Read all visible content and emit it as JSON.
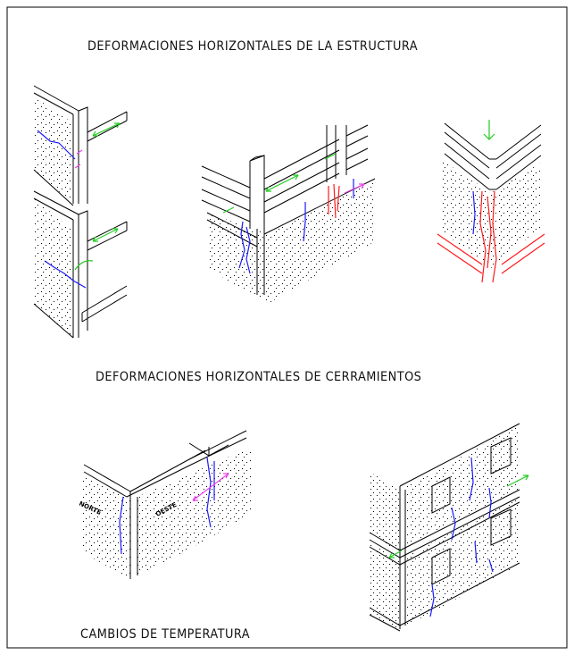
{
  "titles": {
    "structure": "DEFORMACIONES HORIZONTALES DE LA ESTRUCTURA",
    "enclosures": "DEFORMACIONES HORIZONTALES DE CERRAMIENTOS",
    "temperature": "CAMBIOS DE TEMPERATURA"
  },
  "labels": {
    "north": "NORTE",
    "west": "OESTE"
  },
  "colors": {
    "line": "#000000",
    "crack_blue": "#1a1aff",
    "crack_red": "#ff1a1a",
    "arrow_green": "#22cc22",
    "arrow_magenta": "#ee44ee"
  }
}
